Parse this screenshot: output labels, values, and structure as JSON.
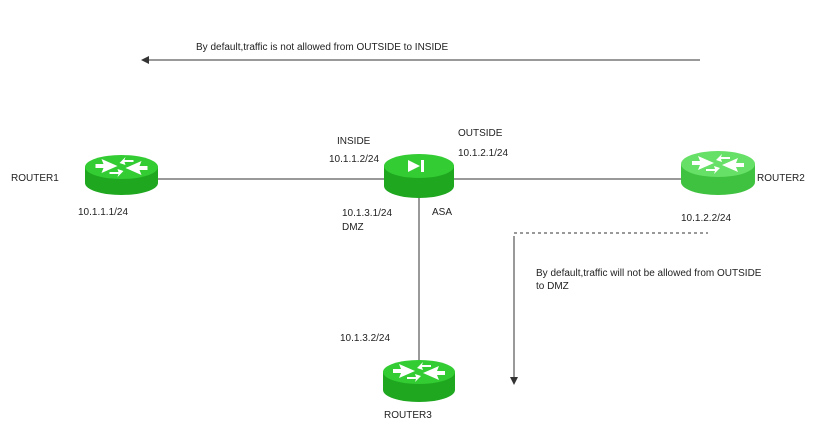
{
  "diagram": {
    "note_inside": "By default,traffic is not allowed from OUTSIDE to INSIDE",
    "note_dmz_line1": "By default,traffic will not be allowed from OUTSIDE",
    "note_dmz_line2": "to DMZ",
    "colors": {
      "device": "#33cc33",
      "device_dark": "#1a9e1a",
      "device_top": "#5ee05e",
      "line": "#333333"
    }
  },
  "devices": {
    "router1": {
      "name": "ROUTER1",
      "ip": "10.1.1.1/24"
    },
    "router2": {
      "name": "ROUTER2",
      "ip": "10.1.2.2/24"
    },
    "router3": {
      "name": "ROUTER3",
      "ip": "10.1.3.2/24"
    },
    "asa": {
      "name": "ASA",
      "inside_label": "INSIDE",
      "inside_ip": "10.1.1.2/24",
      "outside_label": "OUTSIDE",
      "outside_ip": "10.1.2.1/24",
      "dmz_ip": "10.1.3.1/24",
      "dmz_label": "DMZ"
    }
  }
}
